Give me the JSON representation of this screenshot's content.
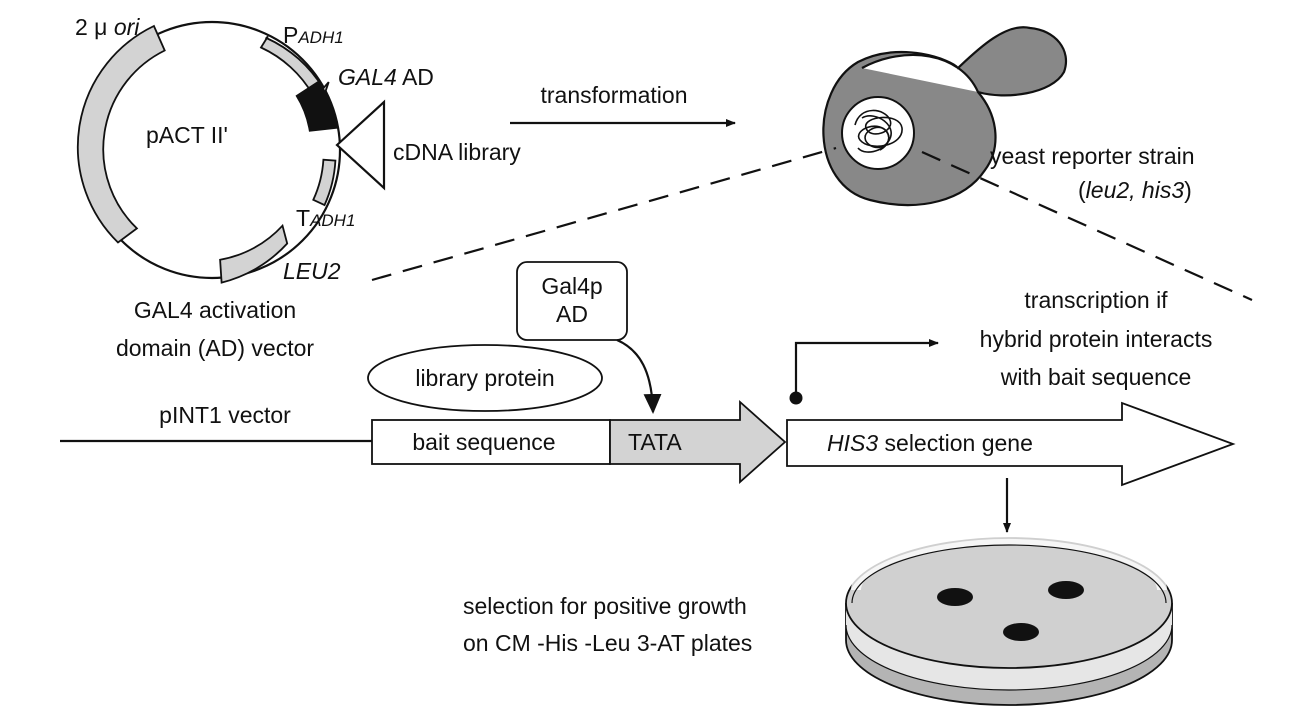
{
  "plasmid": {
    "name": "pACT II'",
    "ori_prefix": "2 μ ",
    "ori_italic": "ori",
    "padh1_letter": "P",
    "padh1_sub": "ADH1",
    "gal4": "GAL4",
    "ad": " AD",
    "cdna": "cDNA library",
    "tadh1_letter": "T",
    "tadh1_sub": "ADH1",
    "leu2": "LEU2",
    "caption_line1": "GAL4 activation",
    "caption_line2": "domain (AD) vector"
  },
  "transformation": "transformation",
  "yeast": {
    "line1": "yeast reporter strain",
    "open_paren": "(",
    "genotype": "leu2, his3",
    "close_paren": ")"
  },
  "gal4p_ad": {
    "line1": "Gal4p",
    "line2": "AD"
  },
  "library_protein": "library protein",
  "pint1_vector": "pINT1 vector",
  "bait_sequence": "bait sequence",
  "tata": "TATA",
  "transcription": {
    "line1": "transcription if",
    "line2": "hybrid protein interacts",
    "line3": "with bait sequence"
  },
  "his3_gene": {
    "italic": "HIS3",
    "rest": " selection gene"
  },
  "selection": {
    "line1": "selection for positive growth",
    "line2": "on CM -His -Leu 3-AT plates"
  },
  "colors": {
    "grey_fill": "#d3d3d3",
    "cell_fill": "#888888",
    "black": "#111111",
    "dish_fill": "#d0d0d0",
    "dish_side": "#b4b4b4"
  }
}
